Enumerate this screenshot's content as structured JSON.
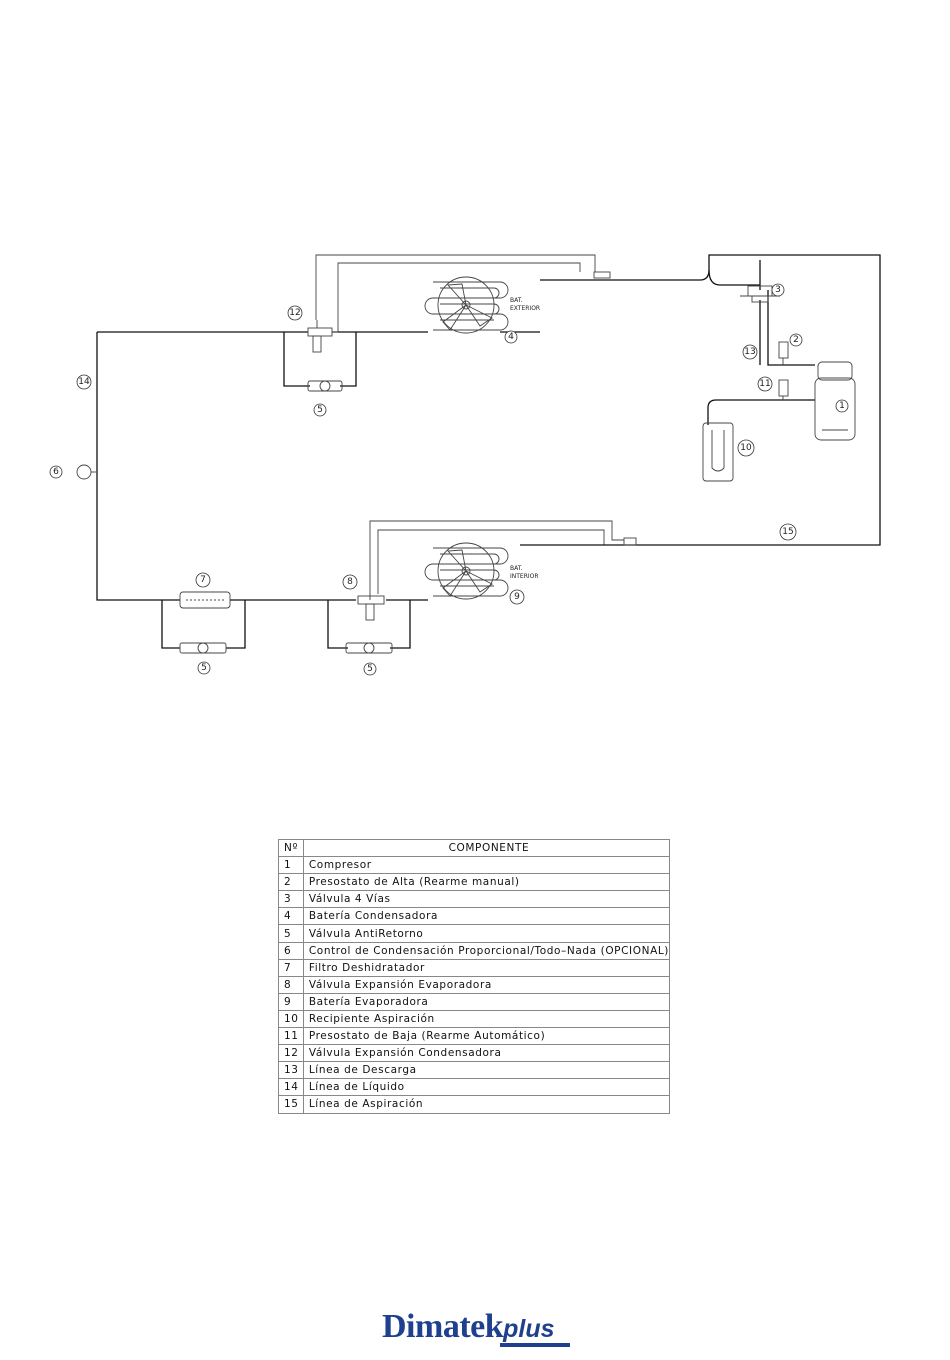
{
  "labels": {
    "n1": "1",
    "n2": "2",
    "n3": "3",
    "n4": "4",
    "n5": "5",
    "n6": "6",
    "n7": "7",
    "n8": "8",
    "n9": "9",
    "n10": "10",
    "n11": "11",
    "n12": "12",
    "n13": "13",
    "n14": "14",
    "n15": "15"
  },
  "bat_exterior": [
    "BAT.",
    "EXTERIOR"
  ],
  "bat_interior": [
    "BAT.",
    "INTERIOR"
  ],
  "table": {
    "header_no": "Nº",
    "header_component": "COMPONENTE",
    "rows": [
      {
        "no": "1",
        "name": "Compresor"
      },
      {
        "no": "2",
        "name": "Presostato de Alta (Rearme manual)"
      },
      {
        "no": "3",
        "name": "Válvula 4 Vías"
      },
      {
        "no": "4",
        "name": "Batería Condensadora"
      },
      {
        "no": "5",
        "name": "Válvula AntiRetorno"
      },
      {
        "no": "6",
        "name": "Control de Condensación Proporcional/Todo–Nada (OPCIONAL)"
      },
      {
        "no": "7",
        "name": "Filtro Deshidratador"
      },
      {
        "no": "8",
        "name": "Válvula Expansión Evaporadora"
      },
      {
        "no": "9",
        "name": "Batería Evaporadora"
      },
      {
        "no": "10",
        "name": "Recipiente Aspiración"
      },
      {
        "no": "11",
        "name": "Presostato de Baja (Rearme Automático)"
      },
      {
        "no": "12",
        "name": "Válvula Expansión Condensadora"
      },
      {
        "no": "13",
        "name": "Línea de Descarga"
      },
      {
        "no": "14",
        "name": "Línea de Líquido"
      },
      {
        "no": "15",
        "name": "Línea de Aspiración"
      }
    ]
  },
  "logo": {
    "word1": "Dimatek",
    "word2": "plus",
    "color": "#1f3f8f"
  }
}
